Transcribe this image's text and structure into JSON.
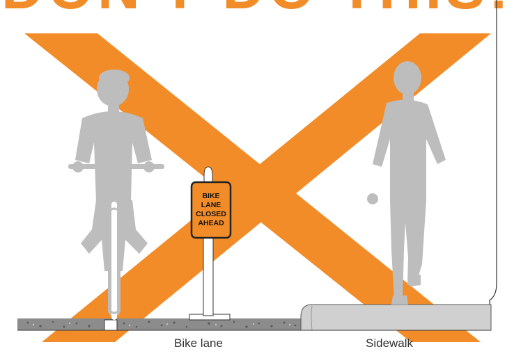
{
  "headline": "DON'T DO THIS!",
  "sign": {
    "lines": [
      "BIKE",
      "LANE",
      "CLOSED",
      "AHEAD"
    ]
  },
  "labels": {
    "bike_lane": "Bike lane",
    "sidewalk": "Sidewalk"
  },
  "colors": {
    "accent_orange": "#F28C28",
    "headline_orange": "#F28C28",
    "figure_gray": "#BDBDBD",
    "sign_orange": "#F28C28",
    "sign_border": "#222222",
    "pavement": "#8A8A8A",
    "curb": "#D0D0D0"
  },
  "icons": {
    "cross_mark": "x-mark-icon",
    "cyclist": "cyclist-icon",
    "pedestrian": "pedestrian-icon",
    "sign": "sign-icon"
  }
}
